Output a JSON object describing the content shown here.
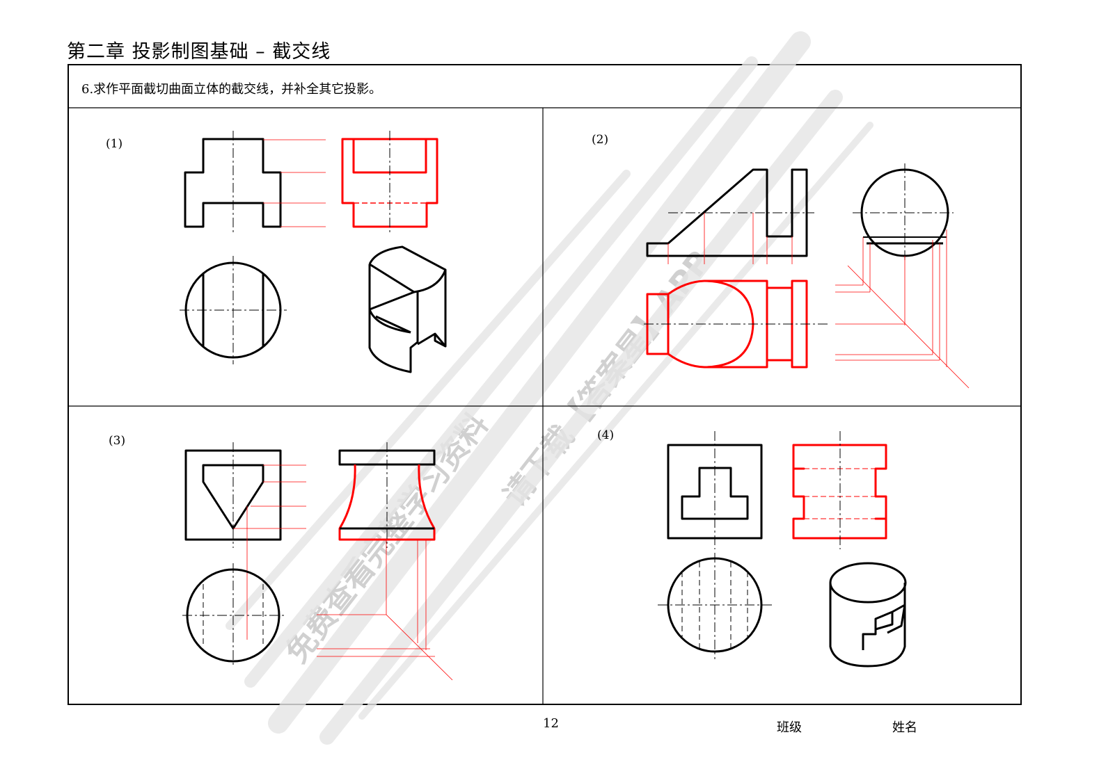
{
  "header": {
    "title": "第二章  投影制图基础 – 截交线"
  },
  "question": {
    "text": "6.求作平面截切曲面立体的截交线，并补全其它投影。"
  },
  "panels": [
    {
      "label": "(1)"
    },
    {
      "label": "(2)"
    },
    {
      "label": "(3)"
    },
    {
      "label": "(4)"
    }
  ],
  "watermark": {
    "line1": "免费查看完整学习资料",
    "line2": "请下载【答案星】APP"
  },
  "footer": {
    "page_number": "12",
    "class_label": "班级",
    "name_label": "姓名"
  },
  "colors": {
    "ink": "#000000",
    "answer": "#ff0000",
    "watermark": "#aaaaaa"
  }
}
